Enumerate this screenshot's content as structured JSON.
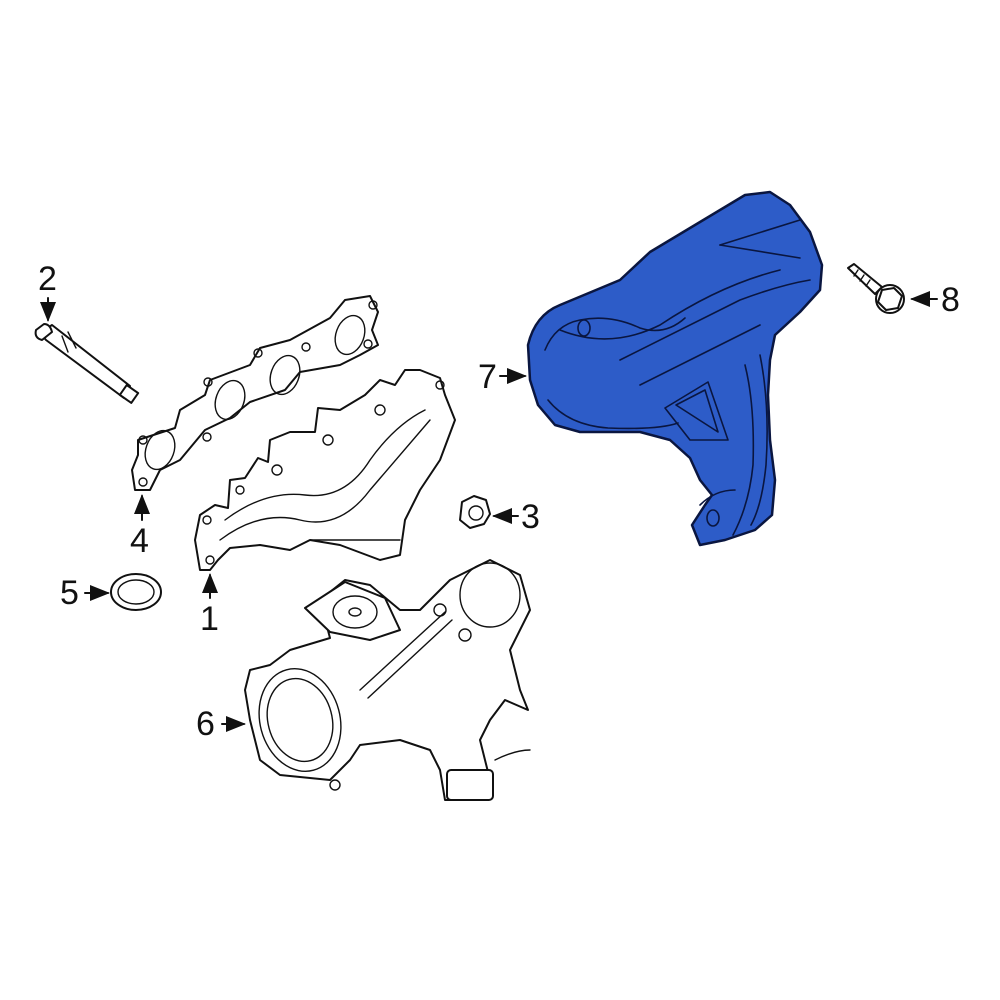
{
  "diagram": {
    "type": "exploded parts diagram",
    "highlight_color": "#2d5cc8",
    "callouts": [
      {
        "number": "1",
        "part": "exhaust-manifold"
      },
      {
        "number": "2",
        "part": "stud"
      },
      {
        "number": "3",
        "part": "flange-nut"
      },
      {
        "number": "4",
        "part": "manifold-gasket"
      },
      {
        "number": "5",
        "part": "o-ring-seal"
      },
      {
        "number": "6",
        "part": "turbocharger"
      },
      {
        "number": "7",
        "part": "heat-shield",
        "highlighted": true
      },
      {
        "number": "8",
        "part": "flange-bolt"
      }
    ]
  }
}
